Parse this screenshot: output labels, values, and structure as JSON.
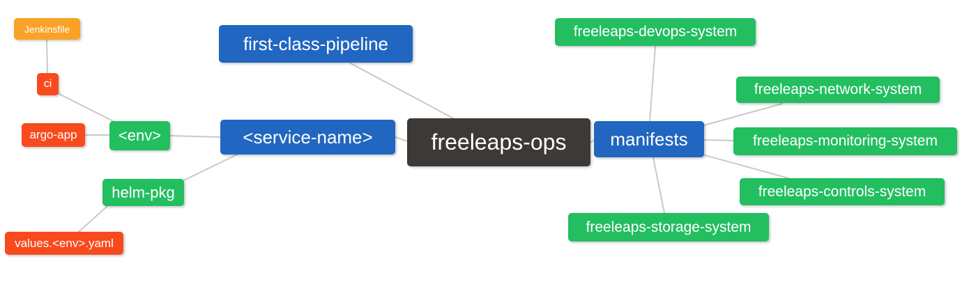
{
  "diagram": {
    "type": "mindmap",
    "root": "freeleaps-ops",
    "canvas_bg": "#FFFFFF",
    "edge_color": "#C9C9C9",
    "text_color": "#FFFFFF"
  },
  "palette": {
    "root_bg": "#3C3937",
    "branch_blue_bg": "#2166C0",
    "leaf_green_bg": "#23BE60",
    "leaf_red_bg": "#F84A1D",
    "leaf_orange_bg": "#F9A226"
  },
  "nodes": [
    {
      "id": "jenkinsfile",
      "label": "Jenkinsfile",
      "color": "orange"
    },
    {
      "id": "ci",
      "label": "ci",
      "color": "red"
    },
    {
      "id": "argo-app",
      "label": "argo-app",
      "color": "red"
    },
    {
      "id": "env",
      "label": "<env>",
      "color": "green"
    },
    {
      "id": "helm-pkg",
      "label": "helm-pkg",
      "color": "green"
    },
    {
      "id": "values-env-yaml",
      "label": "values.<env>.yaml",
      "color": "red"
    },
    {
      "id": "first-class-pipeline",
      "label": "first-class-pipeline",
      "color": "blue"
    },
    {
      "id": "service-name",
      "label": "<service-name>",
      "color": "blue"
    },
    {
      "id": "freeleaps-ops",
      "label": "freeleaps-ops",
      "color": "dark"
    },
    {
      "id": "manifests",
      "label": "manifests",
      "color": "blue"
    },
    {
      "id": "devops-system",
      "label": "freeleaps-devops-system",
      "color": "green"
    },
    {
      "id": "network-system",
      "label": "freeleaps-network-system",
      "color": "green"
    },
    {
      "id": "monitoring-system",
      "label": "freeleaps-monitoring-system",
      "color": "green"
    },
    {
      "id": "controls-system",
      "label": "freeleaps-controls-system",
      "color": "green"
    },
    {
      "id": "storage-system",
      "label": "freeleaps-storage-system",
      "color": "green"
    }
  ],
  "edges": [
    {
      "from": "jenkinsfile",
      "to": "ci"
    },
    {
      "from": "ci",
      "to": "env"
    },
    {
      "from": "argo-app",
      "to": "env"
    },
    {
      "from": "env",
      "to": "service-name"
    },
    {
      "from": "helm-pkg",
      "to": "service-name"
    },
    {
      "from": "helm-pkg",
      "to": "values-env-yaml"
    },
    {
      "from": "first-class-pipeline",
      "to": "freeleaps-ops"
    },
    {
      "from": "service-name",
      "to": "freeleaps-ops"
    },
    {
      "from": "freeleaps-ops",
      "to": "manifests"
    },
    {
      "from": "manifests",
      "to": "devops-system"
    },
    {
      "from": "manifests",
      "to": "network-system"
    },
    {
      "from": "manifests",
      "to": "monitoring-system"
    },
    {
      "from": "manifests",
      "to": "controls-system"
    },
    {
      "from": "manifests",
      "to": "storage-system"
    }
  ]
}
